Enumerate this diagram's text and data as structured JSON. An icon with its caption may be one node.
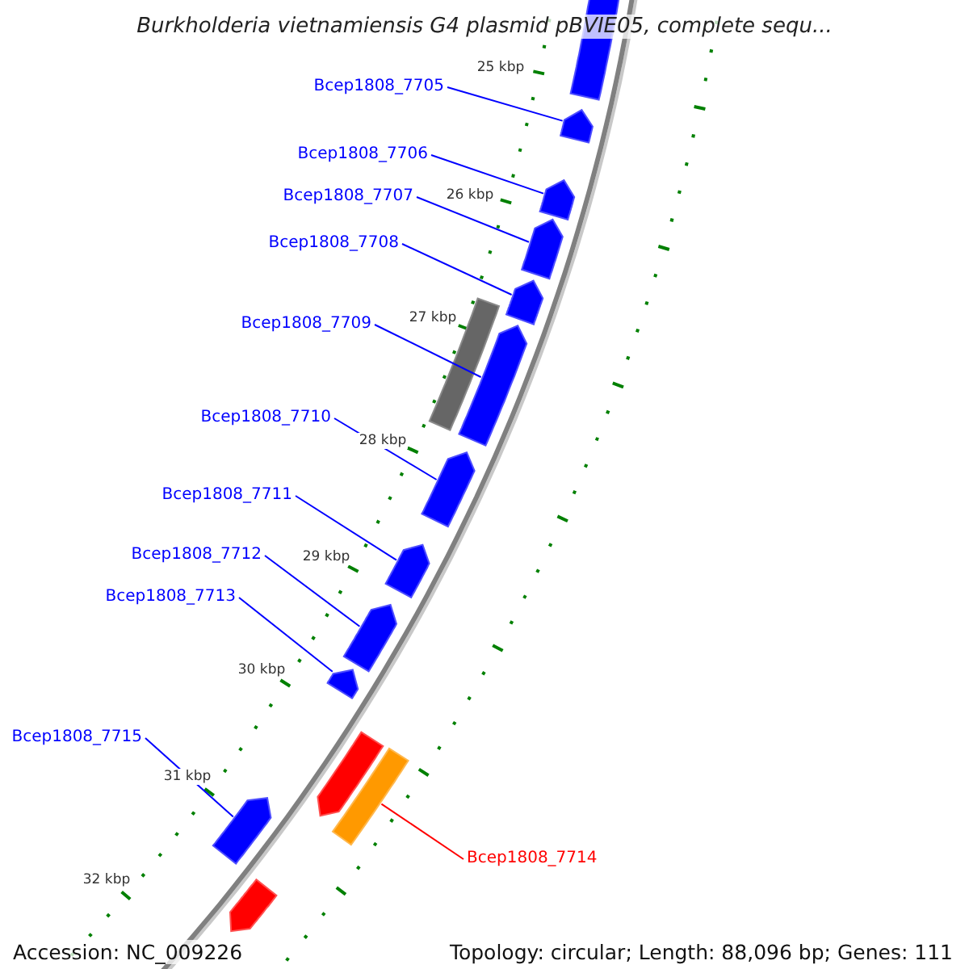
{
  "diagram": {
    "title": "Burkholderia vietnamiensis G4 plasmid pBVIE05, complete sequ...",
    "nodes": [
      {
        "text": [
          "Bcep1808_7705"
        ]
      },
      {
        "text": [
          "Bcep1808_7706"
        ]
      },
      {
        "text": [
          "Bcep1808_7707"
        ]
      },
      {
        "text": [
          "Bcep1808_7708"
        ]
      },
      {
        "text": [
          "Bcep1808_7709"
        ]
      },
      {
        "text": [
          "Bcep1808_7710"
        ]
      },
      {
        "text": [
          "Bcep1808_7711"
        ]
      },
      {
        "text": [
          "Bcep1808_7712"
        ]
      },
      {
        "text": [
          "Bcep1808_7713"
        ]
      },
      {
        "text": [
          "Bcep1808_7715"
        ]
      },
      {
        "text": [
          "Bcep1808_7714"
        ]
      },
      {
        "text": [],
        "shape": "block"
      },
      {
        "text": [],
        "shape": "block"
      },
      {
        "text": [],
        "shape": "block"
      },
      {
        "text": [],
        "shape": "block"
      },
      {
        "text": [],
        "shape": "block"
      },
      {
        "text": [],
        "shape": "bar"
      },
      {
        "text": [],
        "shape": "block"
      },
      {
        "text": [],
        "shape": "block"
      },
      {
        "text": [],
        "shape": "block"
      },
      {
        "text": [],
        "shape": "block"
      },
      {
        "text": [],
        "shape": "block"
      },
      {
        "text": [],
        "shape": "block"
      },
      {
        "text": [],
        "shape": "bar"
      },
      {
        "text": [],
        "shape": "block"
      },
      {
        "text": [],
        "shape": "block"
      }
    ],
    "edges": [
      {
        "from": 0,
        "to": 12,
        "arrow": "none"
      },
      {
        "from": 1,
        "to": 13,
        "arrow": "none"
      },
      {
        "from": 2,
        "to": 14,
        "arrow": "none"
      },
      {
        "from": 3,
        "to": 15,
        "arrow": "none"
      },
      {
        "from": 4,
        "to": 17,
        "arrow": "none"
      },
      {
        "from": 5,
        "to": 18,
        "arrow": "none"
      },
      {
        "from": 6,
        "to": 19,
        "arrow": "none"
      },
      {
        "from": 7,
        "to": 20,
        "arrow": "none"
      },
      {
        "from": 8,
        "to": 21,
        "arrow": "none"
      },
      {
        "from": 9,
        "to": 24,
        "arrow": "none"
      },
      {
        "from": 10,
        "to": 23,
        "arrow": "none",
        "color": "#ff0000"
      }
    ],
    "labels": [
      "25 kbp",
      "26 kbp",
      "27 kbp",
      "28 kbp",
      "29 kbp",
      "30 kbp",
      "31 kbp",
      "32 kbp",
      "Accession: NC_009226",
      "Topology: circular; Length: 88,096 bp; Genes: 111"
    ]
  }
}
